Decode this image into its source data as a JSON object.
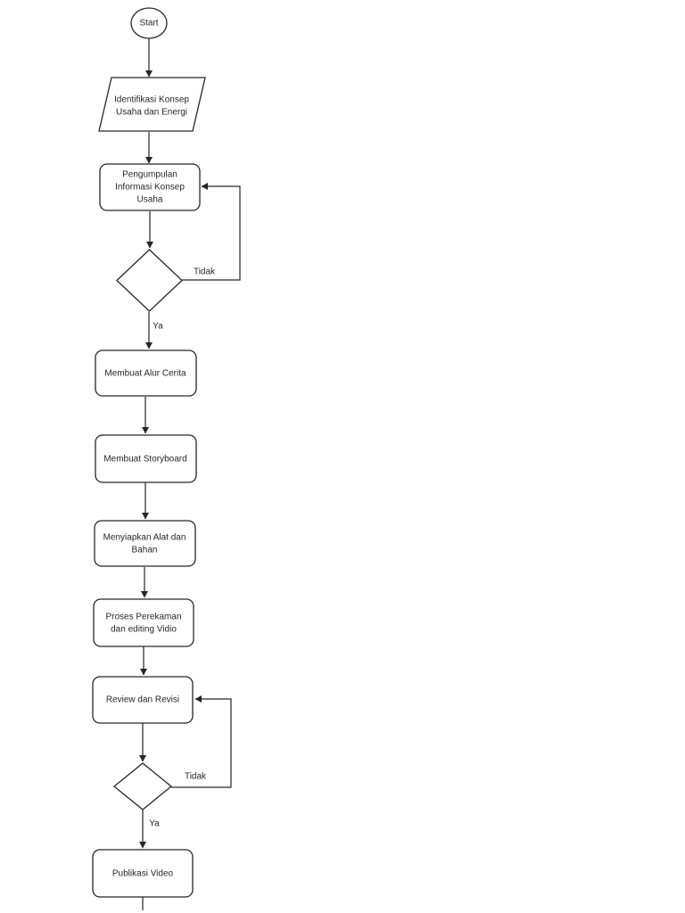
{
  "page": {
    "background_color": "#ffffff"
  },
  "diagram": {
    "type": "flowchart",
    "colors": {
      "stroke": "#262626",
      "shape_fill": "#ffffff",
      "text": "#262626"
    },
    "nodes": {
      "start": {
        "shape": "ellipse",
        "label": "Start"
      },
      "identifikasi": {
        "shape": "parallelogram",
        "lines": [
          "Identifikasi Konsep",
          "Usaha dan Energi"
        ]
      },
      "pengumpulan": {
        "shape": "rounded-rect",
        "lines": [
          "Pengumpulan",
          "Informasi Konsep",
          "Usaha"
        ]
      },
      "decision1": {
        "shape": "diamond",
        "label": ""
      },
      "alur": {
        "shape": "rounded-rect",
        "lines": [
          "Membuat Alur Cerita"
        ]
      },
      "storyboard": {
        "shape": "rounded-rect",
        "lines": [
          "Membuat Storyboard"
        ]
      },
      "alat": {
        "shape": "rounded-rect",
        "lines": [
          "Menyiapkan Alat dan",
          "Bahan"
        ]
      },
      "perekaman": {
        "shape": "rounded-rect",
        "lines": [
          "Proses Perekaman",
          "dan editing Vidio"
        ]
      },
      "review": {
        "shape": "rounded-rect",
        "lines": [
          "Review dan Revisi"
        ]
      },
      "decision2": {
        "shape": "diamond",
        "label": ""
      },
      "publikasi": {
        "shape": "rounded-rect",
        "lines": [
          "Publikasi Video"
        ]
      }
    },
    "edge_labels": {
      "decision1_no": "Tidak",
      "decision1_yes": "Ya",
      "decision2_no": "Tidak",
      "decision2_yes": "Ya"
    }
  }
}
